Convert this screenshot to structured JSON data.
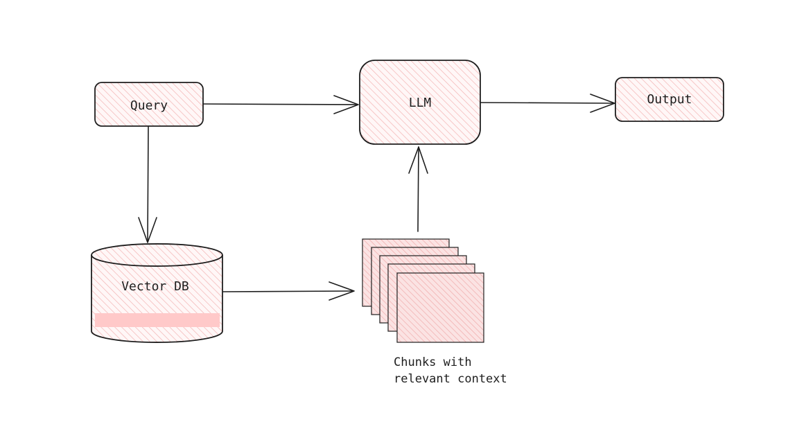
{
  "nodes": {
    "query": "Query",
    "llm": "LLM",
    "output": "Output",
    "vector_db": "Vector DB"
  },
  "chunks_caption": {
    "line1": "Chunks with",
    "line2": "relevant context"
  },
  "colors": {
    "stroke": "#1e1e1e",
    "fill_pink": "#ffc9c9",
    "hatch": "#f3a9a9",
    "background": "#ffffff"
  }
}
